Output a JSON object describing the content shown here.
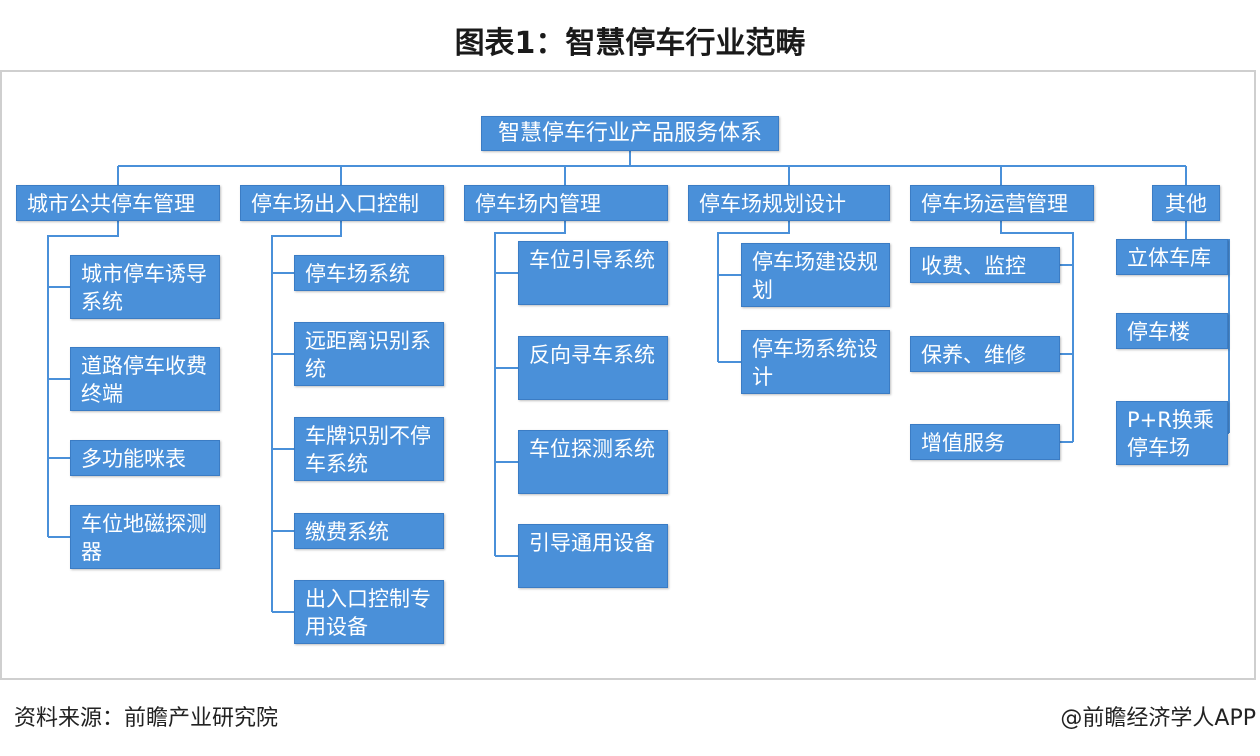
{
  "title": "图表1：智慧停车行业范畴",
  "root": "智慧停车行业产品服务体系",
  "categories": [
    {
      "label": "城市公共停车管理",
      "items": [
        "城市停车诱导系统",
        "道路停车收费终端",
        "多功能咪表",
        "车位地磁探测器"
      ]
    },
    {
      "label": "停车场出入口控制",
      "items": [
        "停车场系统",
        "远距离识别系统",
        "车牌识别不停车系统",
        "缴费系统",
        "出入口控制专用设备"
      ]
    },
    {
      "label": "停车场内管理",
      "items": [
        "车位引导系统",
        "反向寻车系统",
        "车位探测系统",
        "引导通用设备"
      ]
    },
    {
      "label": "停车场规划设计",
      "items": [
        "停车场建设规划",
        "停车场系统设计"
      ]
    },
    {
      "label": "停车场运营管理",
      "items": [
        "收费、监控",
        "保养、维修",
        "增值服务"
      ]
    },
    {
      "label": "其他",
      "items": [
        "立体车库",
        "停车楼",
        "P+R换乘停车场"
      ]
    }
  ],
  "footer": {
    "source": "资料来源：前瞻产业研究院",
    "brand": "@前瞻经济学人APP"
  },
  "colors": {
    "box_fill": "#4a90d9",
    "box_text": "#ffffff",
    "connector": "#4a90d9"
  }
}
